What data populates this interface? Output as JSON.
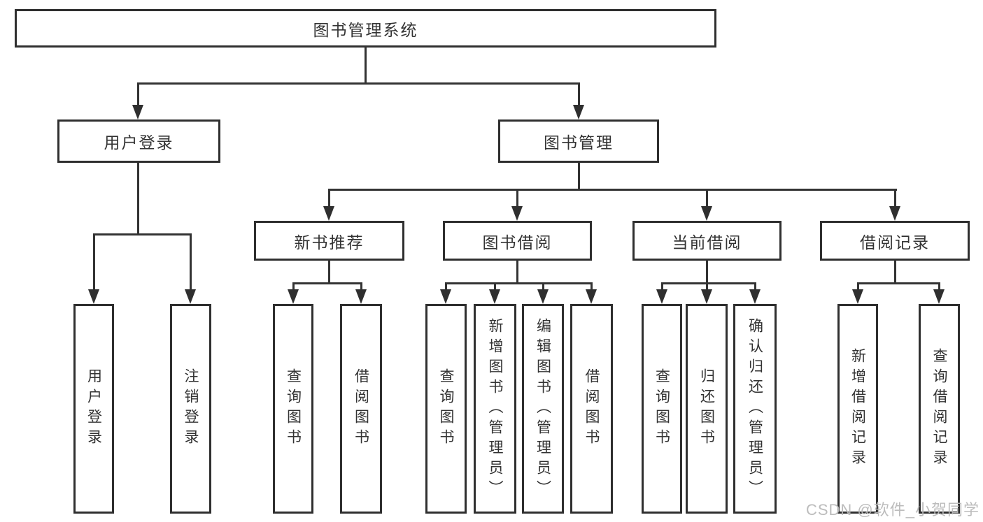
{
  "diagram": {
    "root": {
      "label": "图书管理系统"
    },
    "level2": {
      "user_login": {
        "label": "用户登录"
      },
      "book_management": {
        "label": "图书管理"
      }
    },
    "level3": {
      "new_book_recommend": {
        "label": "新书推荐"
      },
      "book_borrow": {
        "label": "图书借阅"
      },
      "current_borrow": {
        "label": "当前借阅"
      },
      "borrow_record": {
        "label": "借阅记录"
      }
    },
    "leaves": {
      "user_login": [
        "用户登录",
        "注销登录"
      ],
      "new_book_recommend": [
        "查询图书",
        "借阅图书"
      ],
      "book_borrow": [
        "查询图书",
        "新增图书（管理员）",
        "编辑图书（管理员）",
        "借阅图书"
      ],
      "current_borrow": [
        "查询图书",
        "归还图书",
        "确认归还（管理员）"
      ],
      "borrow_record": [
        "新增借阅记录",
        "查询借阅记录"
      ]
    }
  },
  "watermark": {
    "text": "CSDN @软件_小贺同学",
    "color": "#b8b8b8"
  },
  "colors": {
    "line": "#333333",
    "box_border": "#2f2f2f",
    "text": "#333333",
    "background": "#ffffff"
  }
}
